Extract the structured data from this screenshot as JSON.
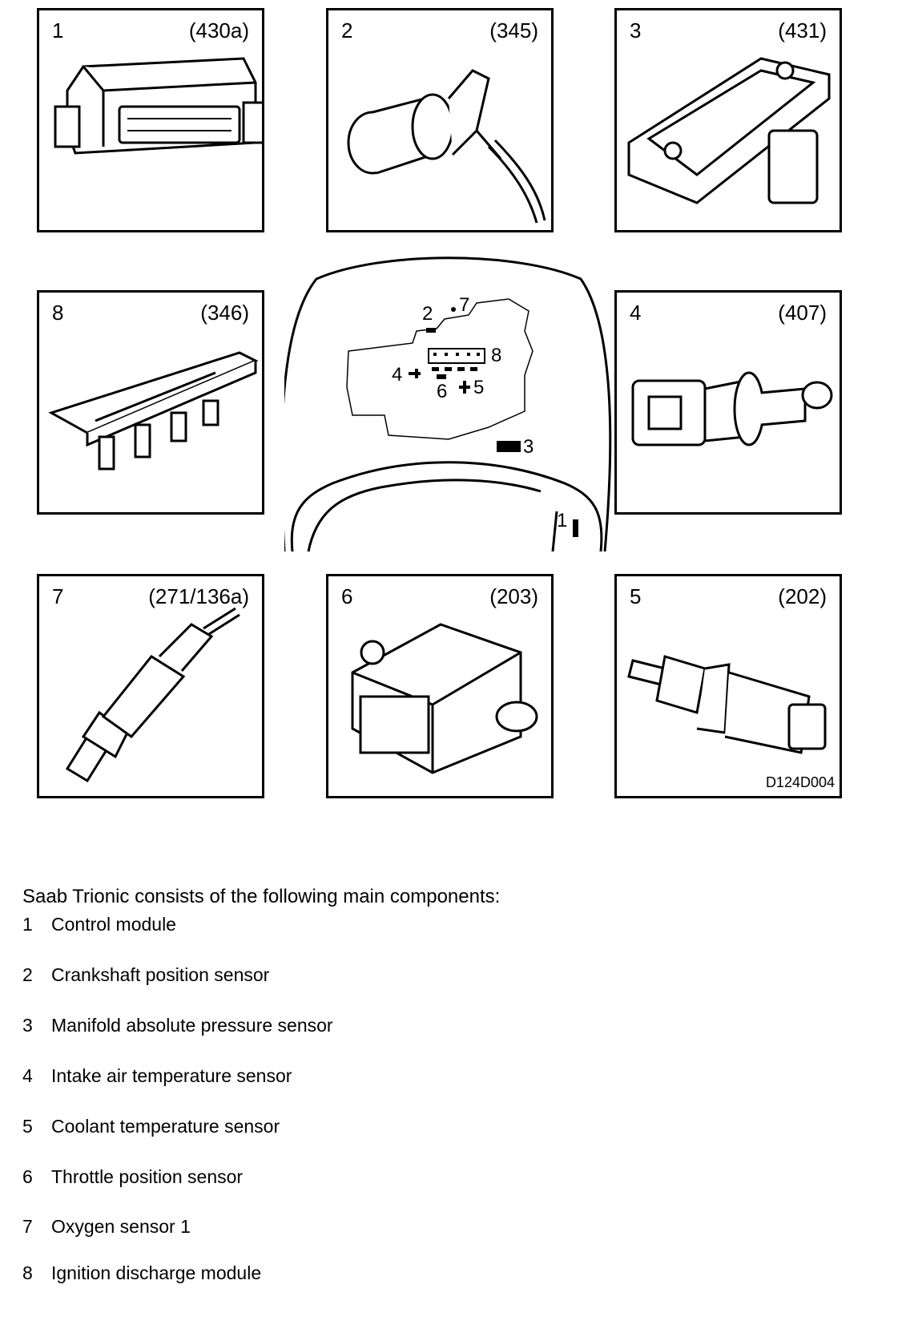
{
  "panels": [
    {
      "number": "1",
      "code": "(430a)"
    },
    {
      "number": "2",
      "code": "(345)"
    },
    {
      "number": "3",
      "code": "(431)"
    },
    {
      "number": "8",
      "code": "(346)"
    },
    {
      "number": "4",
      "code": "(407)"
    },
    {
      "number": "7",
      "code": "(271/136a)"
    },
    {
      "number": "6",
      "code": "(203)"
    },
    {
      "number": "5",
      "code": "(202)"
    }
  ],
  "drawing_id": "D124D004",
  "map_labels": {
    "l1": "1",
    "l2": "2",
    "l3": "3",
    "l4": "4",
    "l5": "5",
    "l6": "6",
    "l7": "7",
    "l8": "8"
  },
  "caption": "Saab Trionic consists of the following main components:",
  "components": [
    {
      "number": "1",
      "label": "Control module"
    },
    {
      "number": "2",
      "label": "Crankshaft position sensor"
    },
    {
      "number": "3",
      "label": "Manifold absolute pressure sensor"
    },
    {
      "number": "4",
      "label": "Intake air temperature sensor"
    },
    {
      "number": "5",
      "label": "Coolant temperature sensor"
    },
    {
      "number": "6",
      "label": "Throttle position sensor"
    },
    {
      "number": "7",
      "label": "Oxygen sensor 1"
    },
    {
      "number": "8",
      "label": "Ignition discharge module"
    }
  ]
}
